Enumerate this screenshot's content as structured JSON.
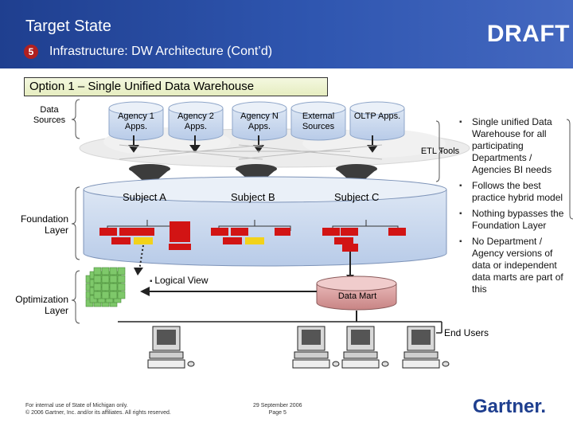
{
  "header": {
    "title": "Target State",
    "step": "5",
    "subtitle": "Infrastructure: DW Architecture (Cont’d)",
    "draft": "DRAFT"
  },
  "option_title": "Option 1 – Single Unified Data Warehouse",
  "layers": {
    "data_sources": "Data Sources",
    "foundation": "Foundation Layer",
    "optimization": "Optimization Layer",
    "etl": "ETL Tools",
    "end_users": "End Users"
  },
  "sources": [
    "Agency 1 Apps.",
    "Agency 2 Apps.",
    "Agency N Apps.",
    "External Sources",
    "OLTP Apps."
  ],
  "subjects": [
    "Subject A",
    "Subject B",
    "Subject C"
  ],
  "logical_view": "Logical View",
  "data_mart": "Data Mart",
  "notes": [
    "Single unified Data Warehouse for all participating Departments / Agencies BI needs",
    "Follows the best practice hybrid model",
    "Nothing bypasses the Foundation Layer",
    "No Department / Agency versions of data or independent data marts are part of this"
  ],
  "footer": {
    "left_line1": "For internal use of State of Michigan only.",
    "left_line2": "© 2006 Gartner, Inc. and/or its affiliates. All rights reserved.",
    "date": "29 September 2006",
    "page": "Page 5",
    "logo": "Gartner."
  },
  "colors": {
    "header_blue": "#2f56b0",
    "step_red": "#b02020",
    "table_red": "#d21414",
    "table_yellow": "#f2d21a",
    "cube_green": "#7ec86a",
    "cylinder_blue": "#c9d8ef",
    "mart_pink": "#d9a0a0"
  }
}
